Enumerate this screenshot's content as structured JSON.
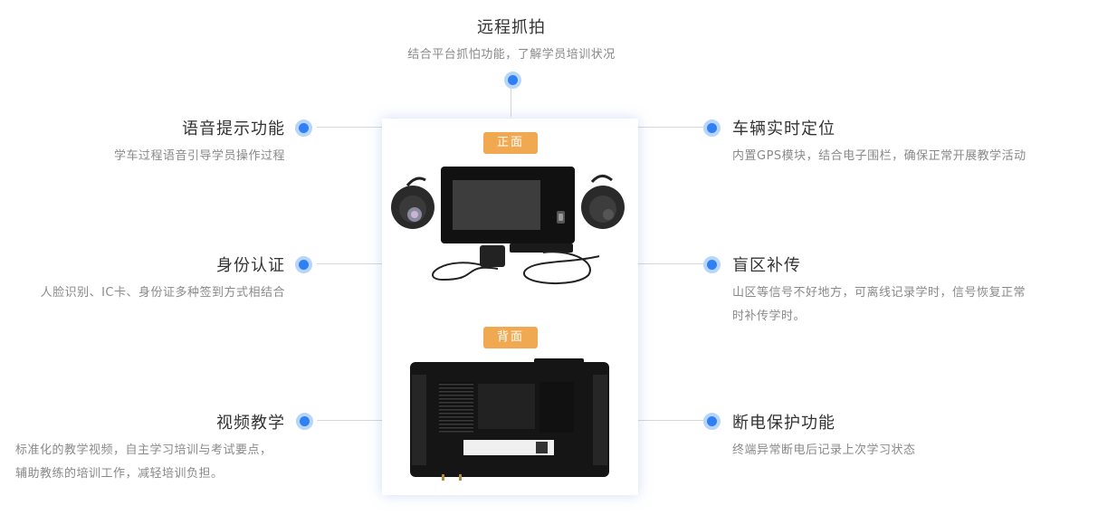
{
  "top_feature": {
    "title": "远程抓拍",
    "description": "结合平台抓怕功能，了解学员培训状况"
  },
  "left_features": [
    {
      "title": "语音提示功能",
      "description": "学车过程语音引导学员操作过程"
    },
    {
      "title": "身份认证",
      "description": "人脸识别、IC卡、身份证多种签到方式相结合"
    },
    {
      "title": "视频教学",
      "description_lines": [
        "标准化的教学视频，自主学习培训与考试要点，",
        "辅助教练的培训工作，减轻培训负担。"
      ]
    }
  ],
  "right_features": [
    {
      "title": "车辆实时定位",
      "description": "内置GPS模块，结合电子围栏，确保正常开展教学活动"
    },
    {
      "title": "盲区补传",
      "description_lines": [
        "山区等信号不好地方，可离线记录学时，信号恢复正常",
        "时补传学时。"
      ]
    },
    {
      "title": "断电保护功能",
      "description": "终端异常断电后记录上次学习状态"
    }
  ],
  "product": {
    "front_label": "正面",
    "back_label": "背面"
  },
  "colors": {
    "accent": "#2f7ff5",
    "tag": "#f0a950"
  }
}
